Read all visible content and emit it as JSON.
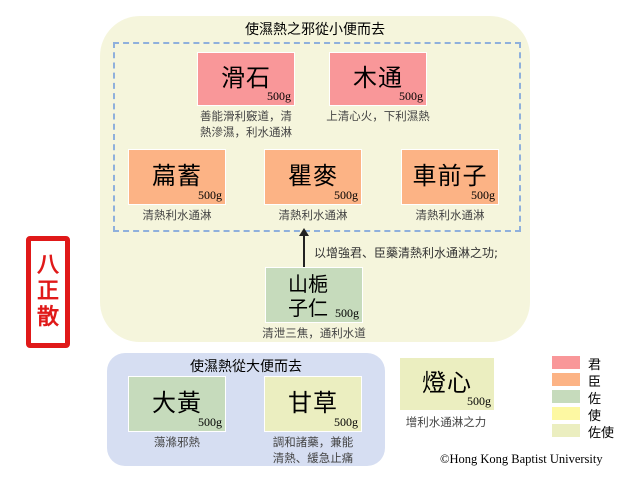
{
  "title_top": "使濕熱之邪從小便而去",
  "title_bottom": "使濕熱從大便而去",
  "seal": {
    "chars": [
      "八",
      "正",
      "散"
    ],
    "color": "#e01919"
  },
  "herbs": {
    "huashi": {
      "name": "滑石",
      "dose": "500g",
      "role": "君",
      "desc": [
        "善能滑利竅道，清",
        "熱滲濕，利水通淋"
      ]
    },
    "mutong": {
      "name": "木通",
      "dose": "500g",
      "role": "君",
      "desc": [
        "上清心火，下利濕熱"
      ]
    },
    "bianxu": {
      "name": "萹蓄",
      "dose": "500g",
      "role": "臣",
      "desc": [
        "清熱利水通淋"
      ]
    },
    "qumai": {
      "name": "瞿麥",
      "dose": "500g",
      "role": "臣",
      "desc": [
        "清熱利水通淋"
      ]
    },
    "cheqianzi": {
      "name": "車前子",
      "dose": "500g",
      "role": "臣",
      "desc": [
        "清熱利水通淋"
      ]
    },
    "shanzhiziren": {
      "name_line1": "山梔",
      "name_line2": "子仁",
      "dose": "500g",
      "role": "佐",
      "desc": [
        "清泄三焦，通利水道"
      ]
    },
    "dahuang": {
      "name": "大黃",
      "dose": "500g",
      "role": "佐",
      "desc": [
        "蕩滌邪熱"
      ]
    },
    "gancao": {
      "name": "甘草",
      "dose": "500g",
      "role": "使",
      "desc": [
        "調和諸藥，兼能",
        "清熱、緩急止痛"
      ]
    },
    "dengxin": {
      "name": "燈心",
      "dose": "500g",
      "role": "佐使",
      "desc": [
        "增利水通淋之力"
      ]
    }
  },
  "arrow_note": "以增強君、臣藥清熱利水通淋之功;",
  "legend": [
    {
      "label": "君",
      "color": "#f99799"
    },
    {
      "label": "臣",
      "color": "#fcb385"
    },
    {
      "label": "佐",
      "color": "#c6dbbc"
    },
    {
      "label": "使",
      "color": "#fdf8a2"
    },
    {
      "label": "佐使",
      "color": "#ebeec0"
    }
  ],
  "copyright": "©Hong Kong Baptist University"
}
